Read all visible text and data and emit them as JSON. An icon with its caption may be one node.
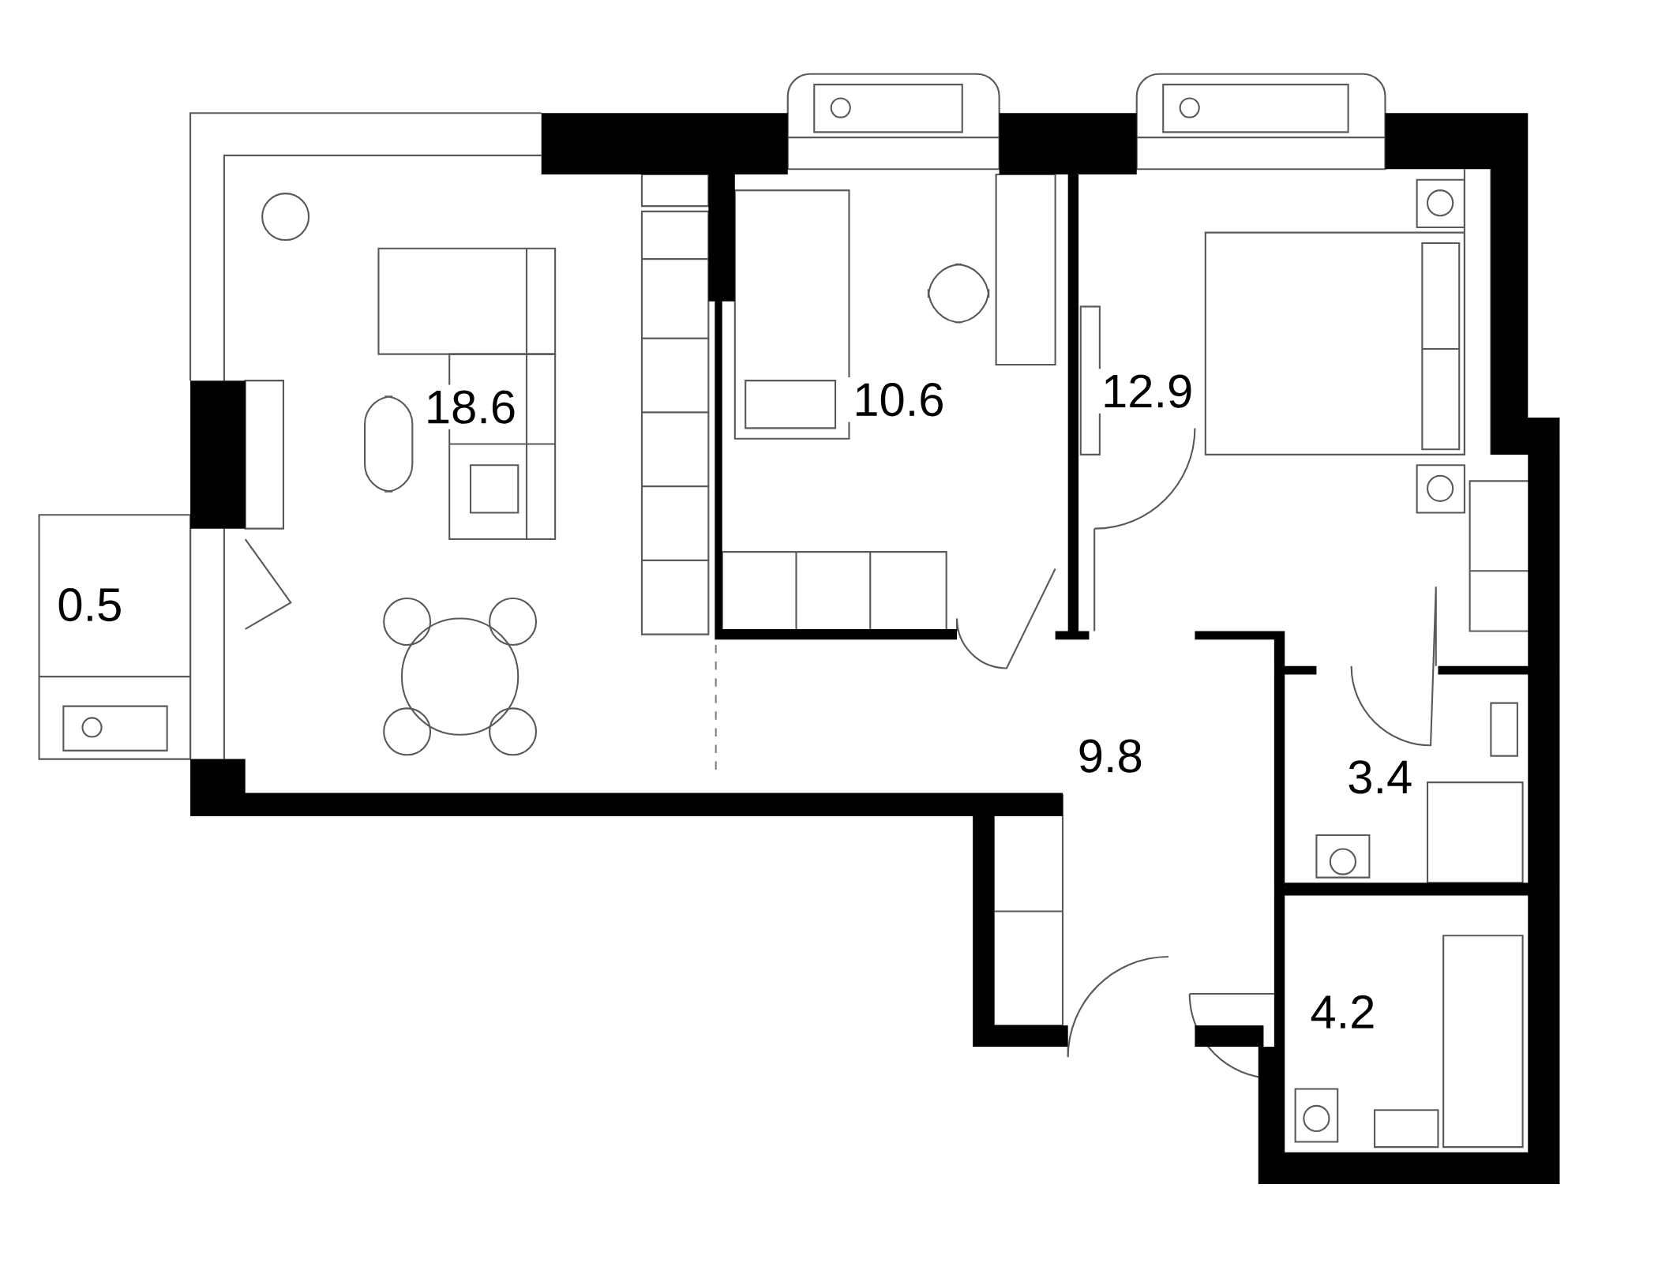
{
  "diagram": {
    "labels": [
      "18.6",
      "10.6",
      "12.9",
      "0.5",
      "9.8",
      "3.4",
      "4.2"
    ]
  }
}
